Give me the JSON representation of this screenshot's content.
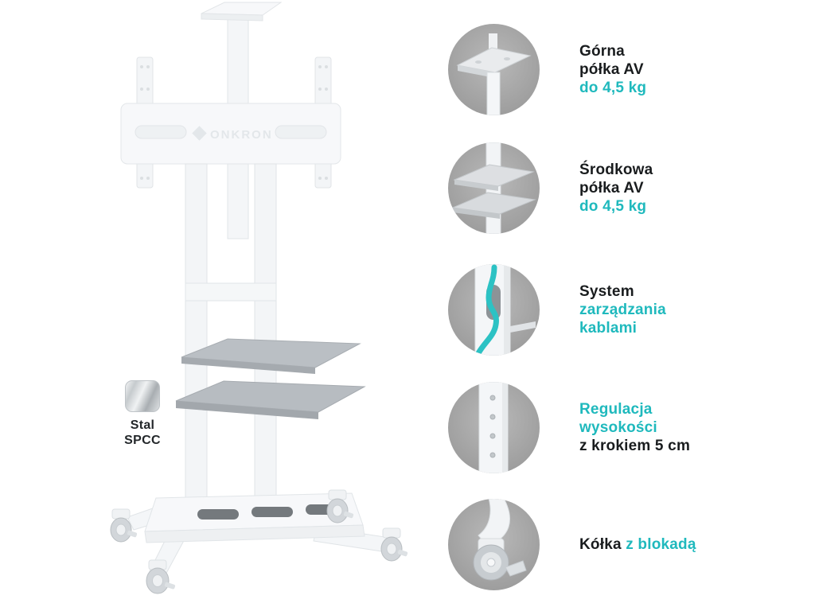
{
  "page": {
    "background": "#ffffff"
  },
  "colors": {
    "accent": "#1fb9bd",
    "text_dark": "#191c1e",
    "circle_photo_bg": "#a7a7a7",
    "product_body": "#f5f7f8",
    "shelf_gray": "#b8bdc2"
  },
  "product": {
    "logo": "ONKRON",
    "material": {
      "line1": "Stal",
      "line2": "SPCC"
    }
  },
  "icons": {
    "steel_swatch": "brushed-metal-square",
    "photos": [
      "top-shelf-photo",
      "middle-shelves-photo",
      "cable-management-photo",
      "height-adjustment-pole-photo",
      "locking-caster-photo"
    ]
  },
  "features": [
    {
      "id": "gorna-polka-av",
      "lines": [
        "Górna",
        "półka AV",
        "do 4,5 kg"
      ]
    },
    {
      "id": "srodkowa-polka-av",
      "lines": [
        "Środkowa",
        "półka AV",
        "do 4,5 kg"
      ]
    },
    {
      "id": "system-zarzadzania-kablami",
      "lines": [
        "System",
        "zarządzania",
        "kablami"
      ]
    },
    {
      "id": "regulacja-wysokosci",
      "lines": [
        "Regulacja",
        "wysokości",
        "z krokiem 5 cm"
      ]
    },
    {
      "id": "kolka-z-blokada",
      "lines": [
        "Kółka",
        "z blokadą"
      ]
    }
  ]
}
